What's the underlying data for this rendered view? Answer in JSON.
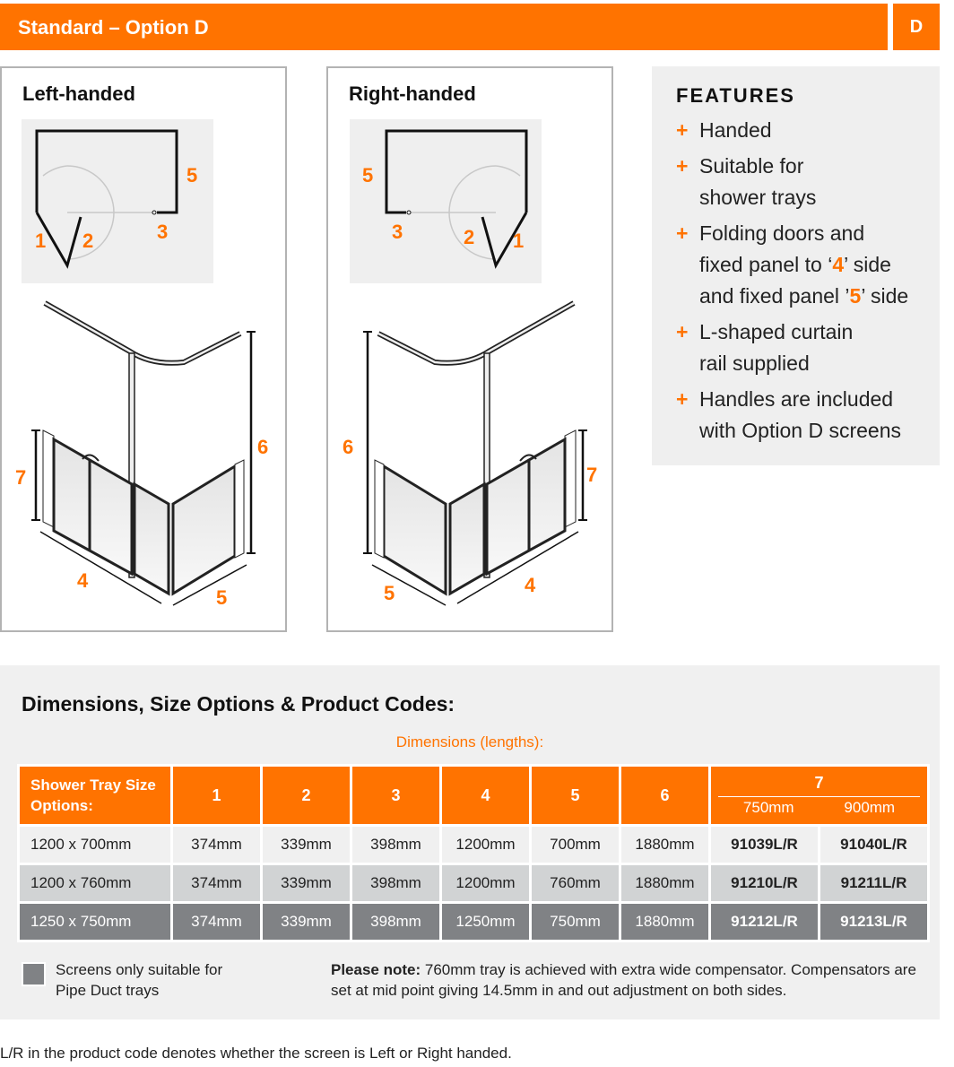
{
  "header": {
    "title": "Standard – Option D",
    "badge": "D"
  },
  "left_panel": {
    "title": "Left-handed",
    "plan_labels": [
      "1",
      "2",
      "3",
      "5"
    ],
    "iso_labels": [
      "4",
      "5",
      "6",
      "7"
    ]
  },
  "right_panel": {
    "title": "Right-handed",
    "plan_labels": [
      "1",
      "2",
      "3",
      "5"
    ],
    "iso_labels": [
      "4",
      "5",
      "6",
      "7"
    ]
  },
  "features": {
    "title": "FEATURES",
    "icon": "plus-icon",
    "items": [
      {
        "text": "Handed"
      },
      {
        "text": "Suitable for shower trays"
      },
      {
        "pre": "Folding doors and fixed panel to ‘",
        "n1": "4",
        "mid": "’ side and fixed panel ’",
        "n2": "5",
        "post": "’ side"
      },
      {
        "text": "L-shaped curtain rail supplied"
      },
      {
        "text": "Handles are included with Option D screens"
      }
    ]
  },
  "dimensions": {
    "title": "Dimensions, Size Options & Product Codes:",
    "subtitle": "Dimensions (lengths):",
    "headers": [
      "Shower Tray Size Options:",
      "1",
      "2",
      "3",
      "4",
      "5",
      "6",
      "7"
    ],
    "sub_headers": [
      "750mm",
      "900mm"
    ],
    "rows": [
      [
        "1200 x 700mm",
        "374mm",
        "339mm",
        "398mm",
        "1200mm",
        "700mm",
        "1880mm",
        "91039L/R",
        "91040L/R"
      ],
      [
        "1200 x 760mm",
        "374mm",
        "339mm",
        "398mm",
        "1200mm",
        "760mm",
        "1880mm",
        "91210L/R",
        "91211L/R"
      ],
      [
        "1250 x 750mm",
        "374mm",
        "339mm",
        "398mm",
        "1250mm",
        "750mm",
        "1880mm",
        "91212L/R",
        "91213L/R"
      ]
    ],
    "legend": "Screens only suitable for Pipe Duct trays",
    "note_label": "Please note:",
    "note": " 760mm tray is achieved with extra wide compensator. Compensators are set at mid point giving 14.5mm in and out adjustment on both sides."
  },
  "footer": "L/R in the product code denotes whether the screen is Left or Right handed.",
  "colors": {
    "accent": "#ff7300",
    "row_light": "#f0f0f0",
    "row_mid": "#d1d3d4",
    "row_dark": "#808285"
  }
}
